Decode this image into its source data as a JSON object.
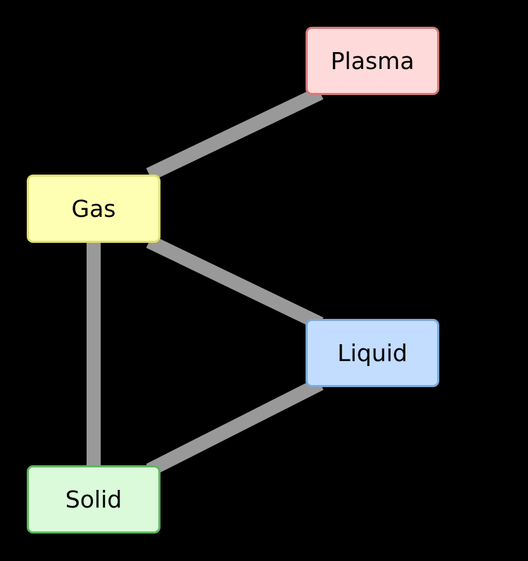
{
  "nodes": {
    "plasma": {
      "label": "Plasma",
      "fill": "#ffdada",
      "border": "#d47a7a"
    },
    "gas": {
      "label": "Gas",
      "fill": "#ffffb3",
      "border": "#e0e070"
    },
    "liquid": {
      "label": "Liquid",
      "fill": "#c2ddff",
      "border": "#7fa9d8"
    },
    "solid": {
      "label": "Solid",
      "fill": "#dafada",
      "border": "#5cb85c"
    }
  },
  "edges": [
    {
      "from": "gas",
      "to": "plasma"
    },
    {
      "from": "gas",
      "to": "liquid"
    },
    {
      "from": "gas",
      "to": "solid"
    },
    {
      "from": "liquid",
      "to": "solid"
    }
  ],
  "colors": {
    "background": "#000000",
    "edge": "#999999"
  }
}
